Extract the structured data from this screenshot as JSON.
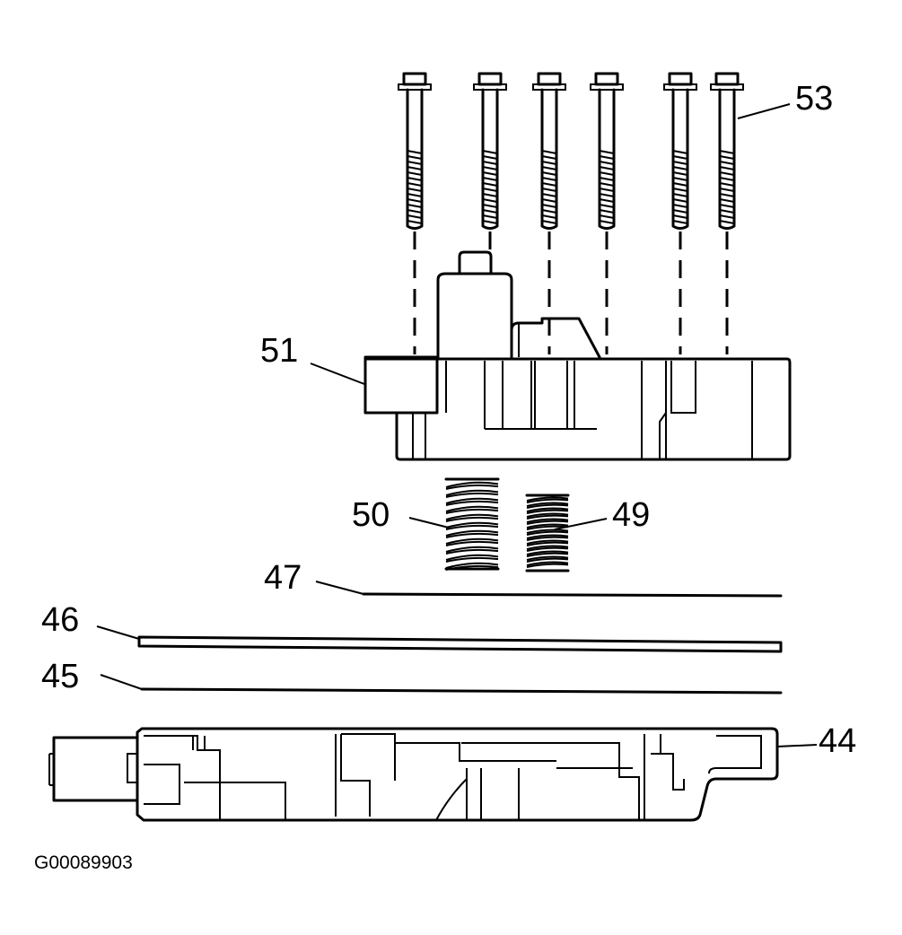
{
  "callouts": {
    "c53": "53",
    "c51": "51",
    "c50": "50",
    "c49": "49",
    "c47": "47",
    "c46": "46",
    "c45": "45",
    "c44": "44"
  },
  "figure_id": "G00089903",
  "colors": {
    "line": "#000000",
    "background": "#ffffff"
  }
}
